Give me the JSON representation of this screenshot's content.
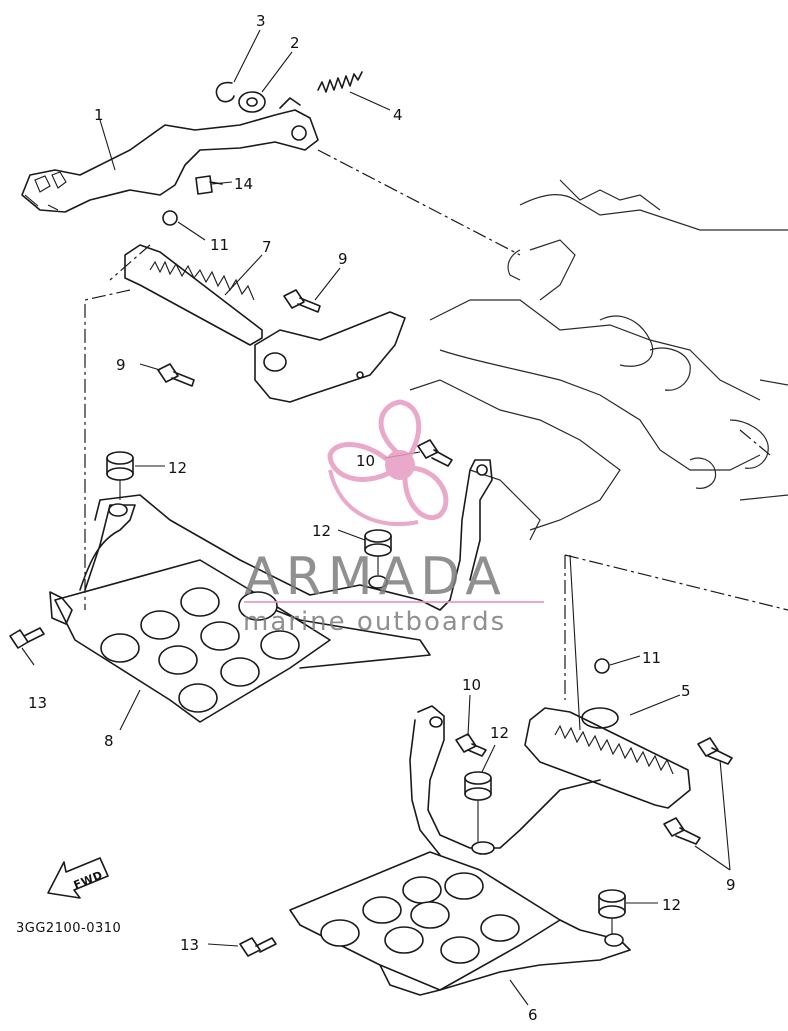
{
  "diagram_code": "3GG2100-0310",
  "fwd_label": "FWD",
  "watermark": {
    "title": "ARMADA",
    "subtitle": "marine outboards",
    "brand_color": "#e79bc3",
    "text_color": "#7d7d7d"
  },
  "callouts": {
    "c1": "1",
    "c2": "2",
    "c3": "3",
    "c4": "4",
    "c5": "5",
    "c6": "6",
    "c7": "7",
    "c8": "8",
    "c9a": "9",
    "c9b": "9",
    "c9c": "9",
    "c10a": "10",
    "c10b": "10",
    "c11a": "11",
    "c11b": "11",
    "c12a": "12",
    "c12b": "12",
    "c12c": "12",
    "c12d": "12",
    "c13a": "13",
    "c13b": "13",
    "c14": "14"
  }
}
